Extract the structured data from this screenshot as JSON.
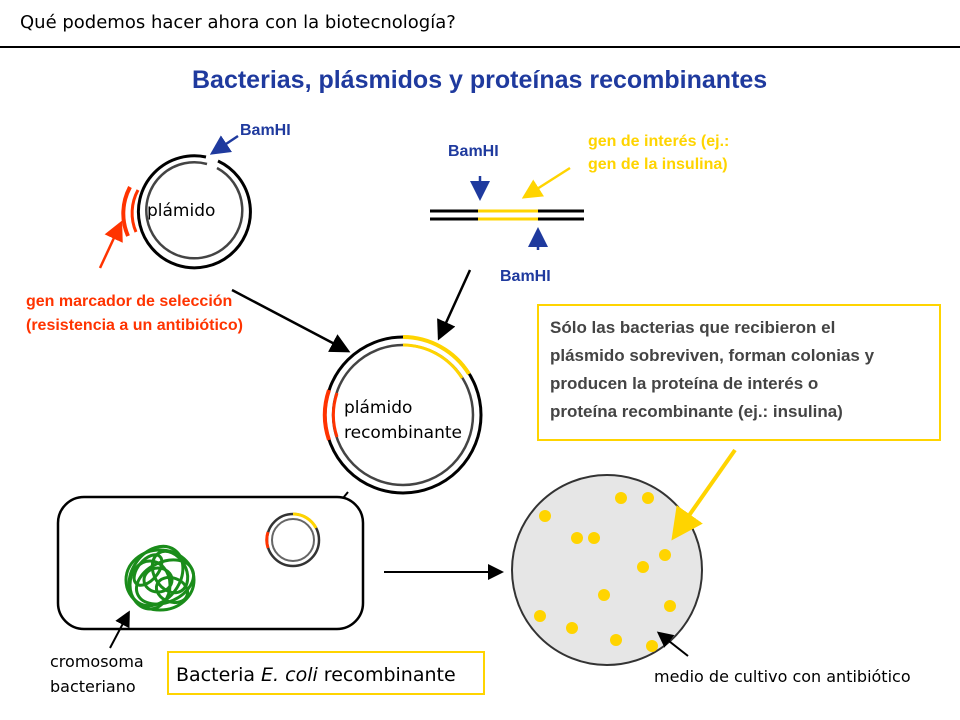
{
  "header": {
    "title": "Qué podemos hacer ahora con la biotecnología?"
  },
  "diagram": {
    "heading": "Bacterias, plásmidos y proteínas recombinantes",
    "plasmid_label": "plámido",
    "bamhi_label": "BamHI",
    "gene_of_interest_line1": "gen de interés (ej.:",
    "gene_of_interest_line2": "gen de la insulina)",
    "marker_gene_line1": "gen marcador de selección",
    "marker_gene_line2": "(resistencia a un antibiótico)",
    "recombinant_plasmid_line1": "plámido",
    "recombinant_plasmid_line2": "recombinante",
    "info_box_lines": [
      "Sólo las bacterias que recibieron el",
      "plásmido sobreviven, forman colonias y",
      "producen la proteína de interés o",
      "proteína recombinante (ej.: insulina)"
    ],
    "chromosome_line1": "cromosoma",
    "chromosome_line2": "bacteriano",
    "bacteria_label_prefix": "Bacteria ",
    "bacteria_label_species": "E. coli",
    "bacteria_label_suffix": " recombinante",
    "culture_medium_label": "medio de cultivo con antibiótico",
    "colors": {
      "heading": "#1f3a9e",
      "bamhi": "#1f3a9e",
      "marker": "#ff3300",
      "gene": "#ffd400",
      "chromosome": "#1a8c1a",
      "dish": "#e6e6e6"
    }
  }
}
